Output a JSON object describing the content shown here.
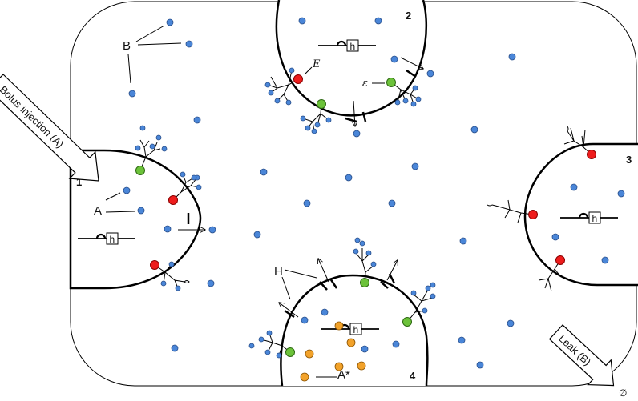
{
  "labels": {
    "bolus": "Bolus injection (A)",
    "leak": "Leak (B)",
    "null_symbol": "∅",
    "B": "B",
    "A": "A",
    "H": "H",
    "A_star": "A*",
    "E": "E",
    "epsilon": "ε",
    "h": "h"
  },
  "cells": [
    "1",
    "2",
    "3",
    "4"
  ],
  "colors": {
    "blue": "#4a86d8",
    "red": "#ee1c1c",
    "green": "#6cc23a",
    "orange": "#f2a22a",
    "stroke": "#000000"
  }
}
